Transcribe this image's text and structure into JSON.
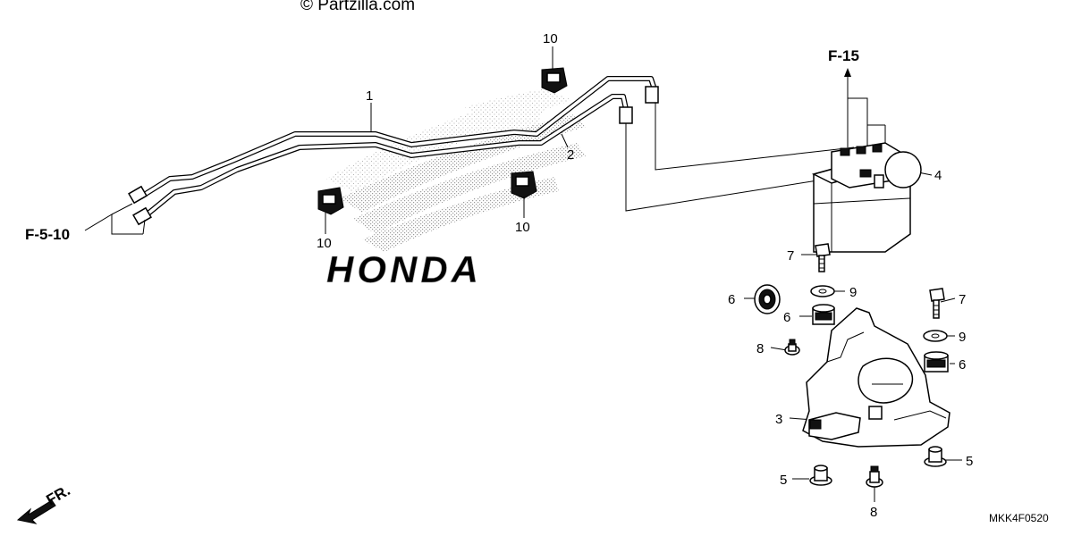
{
  "watermark": "© Partzilla.com",
  "logo_text": "HONDA",
  "references": {
    "f15": "F-15",
    "f510": "F-5-10",
    "front": "FR."
  },
  "diagram_code": "MKK4F0520",
  "callouts": {
    "c1": "1",
    "c2": "2",
    "c3": "3",
    "c4": "4",
    "c5a": "5",
    "c5b": "5",
    "c6a": "6",
    "c6b": "6",
    "c6c": "6",
    "c7a": "7",
    "c7b": "7",
    "c8a": "8",
    "c8b": "8",
    "c9a": "9",
    "c9b": "9",
    "c10a": "10",
    "c10b": "10",
    "c10c": "10"
  }
}
